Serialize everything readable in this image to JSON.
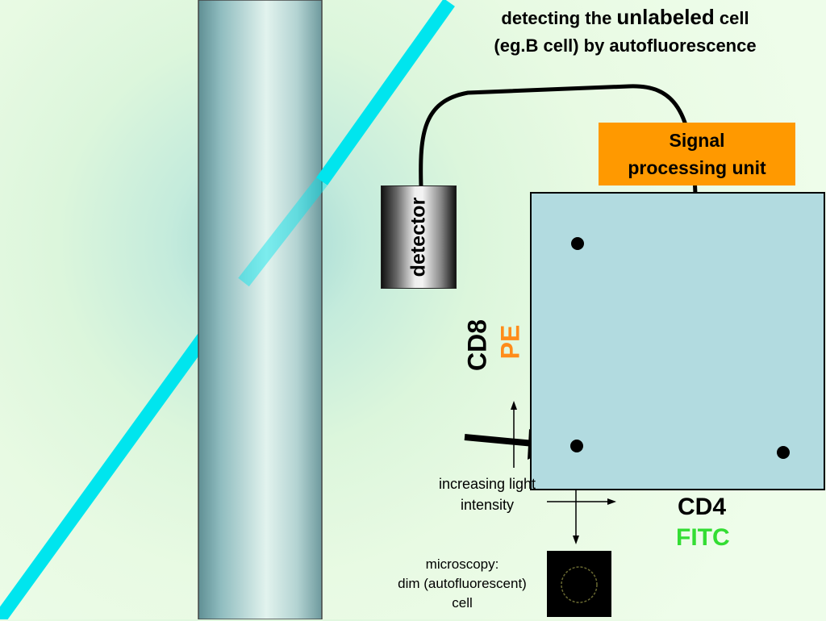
{
  "title": {
    "line1_prefix": "detecting the ",
    "line1_emphasis": "unlabeled",
    "line1_suffix": " cell",
    "line2": "(eg.B cell) by autofluorescence"
  },
  "signal_unit": {
    "line1": "Signal",
    "line2": "processing unit"
  },
  "detector": {
    "label": "detector"
  },
  "axes": {
    "y_marker": "CD8",
    "y_fluor": "PE",
    "x_marker": "CD4",
    "x_fluor": "FITC"
  },
  "light_intensity": {
    "line1": "increasing light",
    "line2": "intensity"
  },
  "microscopy": {
    "line1": "microscopy:",
    "line2": "dim (autofluorescent)",
    "line3": "cell"
  },
  "colors": {
    "laser": "#00e5ee",
    "signal_unit": "#ff9900",
    "plot_background": "#b2dbe0",
    "pe_label": "#ff8c1a",
    "fitc_label": "#33dd33",
    "cell_ring": "#7a7a3a"
  },
  "icons": [
    "arrow-icon",
    "cell-ring-icon"
  ]
}
